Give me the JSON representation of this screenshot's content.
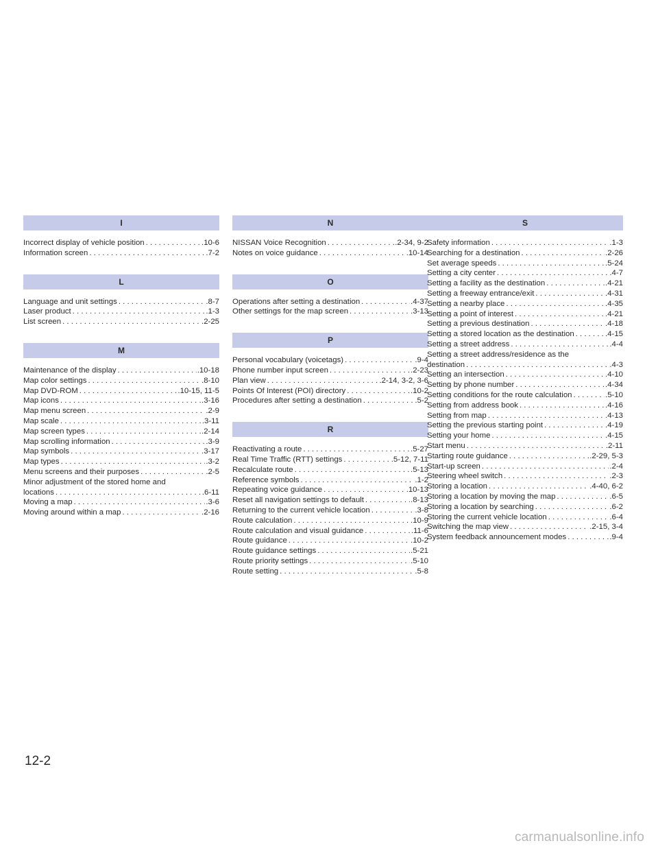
{
  "columns": [
    {
      "sections": [
        {
          "letter": "I",
          "entries": [
            {
              "text": "Incorrect display of vehicle position",
              "page": ".10-6"
            },
            {
              "text": "Information screen",
              "page": ".7-2"
            }
          ]
        },
        {
          "letter": "L",
          "entries": [
            {
              "text": "Language and unit settings",
              "page": ".8-7"
            },
            {
              "text": "Laser product",
              "page": ".1-3"
            },
            {
              "text": "List screen",
              "page": ".2-25"
            }
          ]
        },
        {
          "letter": "M",
          "entries": [
            {
              "text": "Maintenance of the display",
              "page": ".10-18"
            },
            {
              "text": "Map color settings",
              "page": ".8-10"
            },
            {
              "text": "Map DVD-ROM",
              "page": ".10-15, 11-5"
            },
            {
              "text": "Map icons",
              "page": ".3-16"
            },
            {
              "text": "Map menu screen",
              "page": ".2-9"
            },
            {
              "text": "Map scale",
              "page": ".3-11"
            },
            {
              "text": "Map screen types",
              "page": ".2-14"
            },
            {
              "text": "Map scrolling information",
              "page": ".3-9"
            },
            {
              "text": "Map symbols",
              "page": ".3-17"
            },
            {
              "text": "Map types",
              "page": ".3-2"
            },
            {
              "text": "Menu screens and their purposes",
              "page": ".2-5"
            },
            {
              "text": "Minor adjustment of the stored home and"
            },
            {
              "text": "locations",
              "page": ".6-11"
            },
            {
              "text": "Moving a map",
              "page": ".3-6"
            },
            {
              "text": "Moving around within a map",
              "page": ".2-16"
            }
          ]
        }
      ]
    },
    {
      "sections": [
        {
          "letter": "N",
          "entries": [
            {
              "text": "NISSAN Voice Recognition",
              "page": ".2-34, 9-2"
            },
            {
              "text": "Notes on voice guidance",
              "page": ".10-14"
            }
          ]
        },
        {
          "letter": "O",
          "entries": [
            {
              "text": "Operations after setting a destination",
              "page": ".4-37"
            },
            {
              "text": "Other settings for the map screen",
              "page": ".3-13"
            }
          ]
        },
        {
          "letter": "P",
          "entries": [
            {
              "text": "Personal vocabulary (voicetags)",
              "page": ".9-4"
            },
            {
              "text": "Phone number input screen",
              "page": ".2-23"
            },
            {
              "text": "Plan view",
              "page": ".2-14, 3-2, 3-6"
            },
            {
              "text": "Points Of Interest (POI) directory",
              "page": ".10-2"
            },
            {
              "text": "Procedures after setting a destination",
              "page": ".5-2"
            }
          ]
        },
        {
          "letter": "R",
          "entries": [
            {
              "text": "Reactivating a route",
              "page": ".5-27"
            },
            {
              "text": "Real Time Traffic (RTT) settings",
              "page": ".5-12, 7-11"
            },
            {
              "text": "Recalculate route",
              "page": ".5-13"
            },
            {
              "text": "Reference symbols",
              "page": ".1-2"
            },
            {
              "text": "Repeating voice guidance",
              "page": ".10-13"
            },
            {
              "text": "Reset all navigation settings to default",
              "page": ".8-13"
            },
            {
              "text": "Returning to the current vehicle location",
              "page": ".3-8"
            },
            {
              "text": "Route calculation",
              "page": ".10-9"
            },
            {
              "text": "Route calculation and visual guidance",
              "page": ".11-6"
            },
            {
              "text": "Route guidance",
              "page": ".10-2"
            },
            {
              "text": "Route guidance settings",
              "page": ".5-21"
            },
            {
              "text": "Route priority settings",
              "page": ".5-10"
            },
            {
              "text": "Route setting",
              "page": ".5-8"
            }
          ]
        }
      ]
    },
    {
      "sections": [
        {
          "letter": "S",
          "entries": [
            {
              "text": "Safety information",
              "page": ".1-3"
            },
            {
              "text": "Searching for a destination",
              "page": ".2-26"
            },
            {
              "text": "Set average speeds",
              "page": ".5-24"
            },
            {
              "text": "Setting a city center",
              "page": ".4-7"
            },
            {
              "text": "Setting a facility as the destination",
              "page": ".4-21"
            },
            {
              "text": "Setting a freeway entrance/exit",
              "page": ".4-31"
            },
            {
              "text": "Setting a nearby place",
              "page": ".4-35"
            },
            {
              "text": "Setting a point of interest",
              "page": ".4-21"
            },
            {
              "text": "Setting a previous destination",
              "page": ".4-18"
            },
            {
              "text": "Setting a stored location as the destination",
              "page": ".4-15"
            },
            {
              "text": "Setting a street address",
              "page": ".4-4"
            },
            {
              "text": "Setting a street address/residence as the"
            },
            {
              "text": "destination",
              "page": ".4-3"
            },
            {
              "text": "Setting an intersection",
              "page": ".4-10"
            },
            {
              "text": "Setting by phone number",
              "page": ".4-34"
            },
            {
              "text": "Setting conditions for the route calculation",
              "page": ".5-10"
            },
            {
              "text": "Setting from address book",
              "page": ".4-16"
            },
            {
              "text": "Setting from map",
              "page": ".4-13"
            },
            {
              "text": "Setting the previous starting point",
              "page": ".4-19"
            },
            {
              "text": "Setting your home",
              "page": ".4-15"
            },
            {
              "text": "Start menu",
              "page": ".2-11"
            },
            {
              "text": "Starting route guidance",
              "page": ".2-29, 5-3"
            },
            {
              "text": "Start-up screen",
              "page": ".2-4"
            },
            {
              "text": "Steering wheel switch",
              "page": ".2-3"
            },
            {
              "text": "Storing a location",
              "page": ".4-40, 6-2"
            },
            {
              "text": "Storing a location by moving the map",
              "page": ".6-5"
            },
            {
              "text": "Storing a location by searching",
              "page": ".6-2"
            },
            {
              "text": "Storing the current vehicle location",
              "page": ".6-4"
            },
            {
              "text": "Switching the map view",
              "page": ".2-15, 3-4"
            },
            {
              "text": "System feedback announcement modes",
              "page": ".9-4"
            }
          ]
        }
      ]
    }
  ],
  "footer": {
    "page_number": "12-2",
    "watermark": "carmanualsonline.info"
  },
  "colors": {
    "band": "#c5cbe8",
    "text": "#2a2a2a",
    "watermark": "#b8b8b8"
  }
}
